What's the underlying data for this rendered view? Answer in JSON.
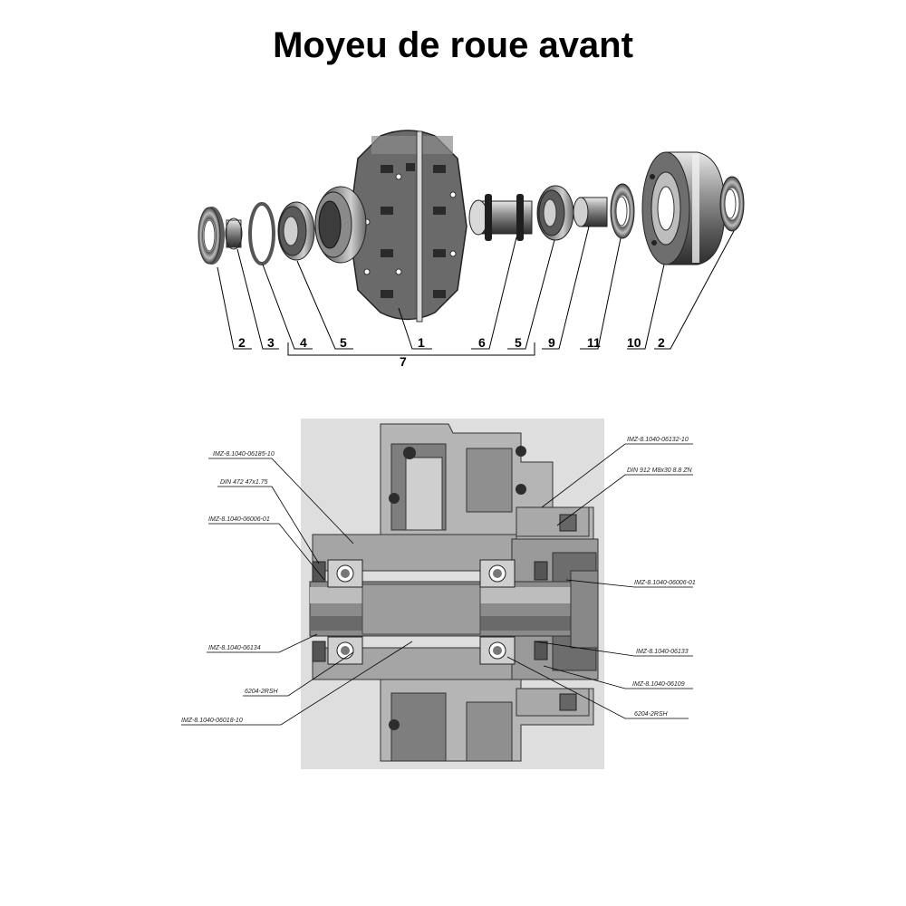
{
  "title": "Moyeu de roue avant",
  "exploded_view": {
    "callouts": [
      "2",
      "3",
      "4",
      "5",
      "1",
      "6",
      "5",
      "9",
      "11",
      "10",
      "2"
    ],
    "group_label": "7"
  },
  "section_view": {
    "left_labels": [
      "IMZ-8.1040-06185-10",
      "DIN 472 47x1.75",
      "IMZ-8.1040-06006-01",
      "IMZ-8.1040-06134",
      "6204-2RSH",
      "IMZ-8.1040-06018-10"
    ],
    "right_labels": [
      "IMZ-8.1040-06132-10",
      "DIN 912 M8x30 8.8 ZN",
      "IMZ-8.1040-06006-01",
      "IMZ-8.1040-06133",
      "IMZ-8.1040-06109",
      "6204-2RSH"
    ]
  }
}
